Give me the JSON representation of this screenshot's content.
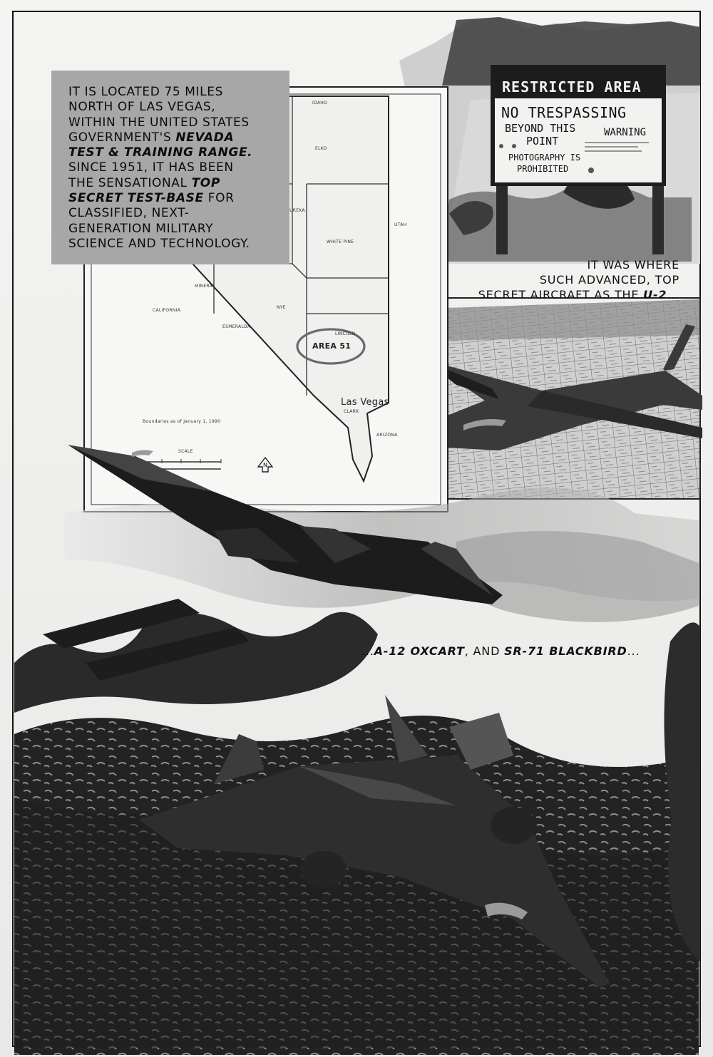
{
  "caption": {
    "lines": [
      [
        {
          "t": "It is located 75 miles",
          "em": false
        }
      ],
      [
        {
          "t": "north of Las Vegas,",
          "em": false
        }
      ],
      [
        {
          "t": "within the United States",
          "em": false
        }
      ],
      [
        {
          "t": "government's ",
          "em": false
        },
        {
          "t": "Nevada",
          "em": true
        }
      ],
      [
        {
          "t": "Test & Training Range.",
          "em": true
        }
      ],
      [
        {
          "t": "Since 1951, it has been",
          "em": false
        }
      ],
      [
        {
          "t": "the sensational ",
          "em": false
        },
        {
          "t": "top",
          "em": true
        }
      ],
      [
        {
          "t": "secret test-base",
          "em": true
        },
        {
          "t": " for",
          "em": false
        }
      ],
      [
        {
          "t": "classified, next-",
          "em": false
        }
      ],
      [
        {
          "t": "generation military",
          "em": false
        }
      ],
      [
        {
          "t": "science and technology.",
          "em": false
        }
      ]
    ]
  },
  "sign": {
    "header": "RESTRICTED AREA",
    "line1": "NO TRESPASSING",
    "line2": "BEYOND THIS",
    "line3": "POINT",
    "warning": "WARNING",
    "photo1": "PHOTOGRAPHY IS",
    "photo2": "PROHIBITED"
  },
  "narration1": {
    "line1": "IT WAS WHERE",
    "line2": "SUCH ADVANCED, TOP",
    "line3a": "SECRET AIRCRAFT AS THE ",
    "line3b": "U-2",
    "line3c": "..."
  },
  "narration2": {
    "p1": "...",
    "p2": "A-12 OXCART",
    "p3": ", AND ",
    "p4": "SR-71 BLACKBIRD",
    "p5": "..."
  },
  "map": {
    "area_label": "AREA 51",
    "city_label": "Las Vegas",
    "counties": [
      "ELKO",
      "WHITE PINE",
      "EUREKA",
      "MINERAL",
      "NYE",
      "ESMERALDA",
      "LINCOLN",
      "CLARK"
    ],
    "states": [
      "IDAHO",
      "UTAH",
      "CALIFORNIA",
      "ARIZONA"
    ],
    "boundaries_note": "Boundaries as of January 1, 1990",
    "scale_label": "SCALE",
    "north_label": "N"
  }
}
